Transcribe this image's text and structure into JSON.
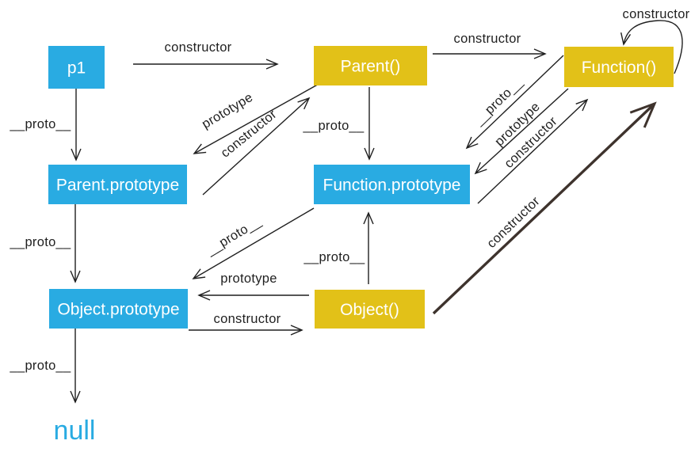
{
  "diagram": {
    "title": "JavaScript prototype chain diagram",
    "colors": {
      "box_blue": "#29abe2",
      "box_yellow": "#e2c118",
      "box_text": "#ffffff",
      "line": "#1f1f1f",
      "thick_line": "#3e332d",
      "proto_label": "#454545",
      "null_text": "#29abe2"
    },
    "nodes": [
      {
        "id": "p1",
        "label": "p1",
        "type": "instance"
      },
      {
        "id": "parent-fn",
        "label": "Parent()",
        "type": "function"
      },
      {
        "id": "function-fn",
        "label": "Function()",
        "type": "function"
      },
      {
        "id": "parent-prototype",
        "label": "Parent.prototype",
        "type": "prototype"
      },
      {
        "id": "function-prototype",
        "label": "Function.prototype",
        "type": "prototype"
      },
      {
        "id": "object-prototype",
        "label": "Object.prototype",
        "type": "prototype"
      },
      {
        "id": "object-fn",
        "label": "Object()",
        "type": "function"
      },
      {
        "id": "null",
        "label": "null",
        "type": "terminal"
      }
    ],
    "edges": [
      {
        "from": "p1",
        "to": "parent-fn",
        "label": "constructor"
      },
      {
        "from": "p1",
        "to": "parent-prototype",
        "label": "__proto__"
      },
      {
        "from": "parent-fn",
        "to": "parent-prototype",
        "label": "prototype"
      },
      {
        "from": "parent-prototype",
        "to": "parent-fn",
        "label": "constructor"
      },
      {
        "from": "parent-fn",
        "to": "function-prototype",
        "label": "__proto__"
      },
      {
        "from": "parent-fn",
        "to": "function-fn",
        "label": "constructor"
      },
      {
        "from": "function-fn",
        "to": "function-fn",
        "label": "constructor"
      },
      {
        "from": "function-fn",
        "to": "function-prototype",
        "label": "__proto__"
      },
      {
        "from": "function-fn",
        "to": "function-prototype",
        "label": "prototype"
      },
      {
        "from": "function-prototype",
        "to": "function-fn",
        "label": "constructor"
      },
      {
        "from": "object-fn",
        "to": "function-fn",
        "label": "constructor",
        "emphasis": true
      },
      {
        "from": "object-fn",
        "to": "function-prototype",
        "label": "__proto__"
      },
      {
        "from": "function-prototype",
        "to": "object-prototype",
        "label": "__proto__"
      },
      {
        "from": "parent-prototype",
        "to": "object-prototype",
        "label": "__proto__"
      },
      {
        "from": "object-fn",
        "to": "object-prototype",
        "label": "prototype"
      },
      {
        "from": "object-prototype",
        "to": "object-fn",
        "label": "constructor"
      },
      {
        "from": "object-prototype",
        "to": "null",
        "label": "__proto__"
      }
    ]
  }
}
